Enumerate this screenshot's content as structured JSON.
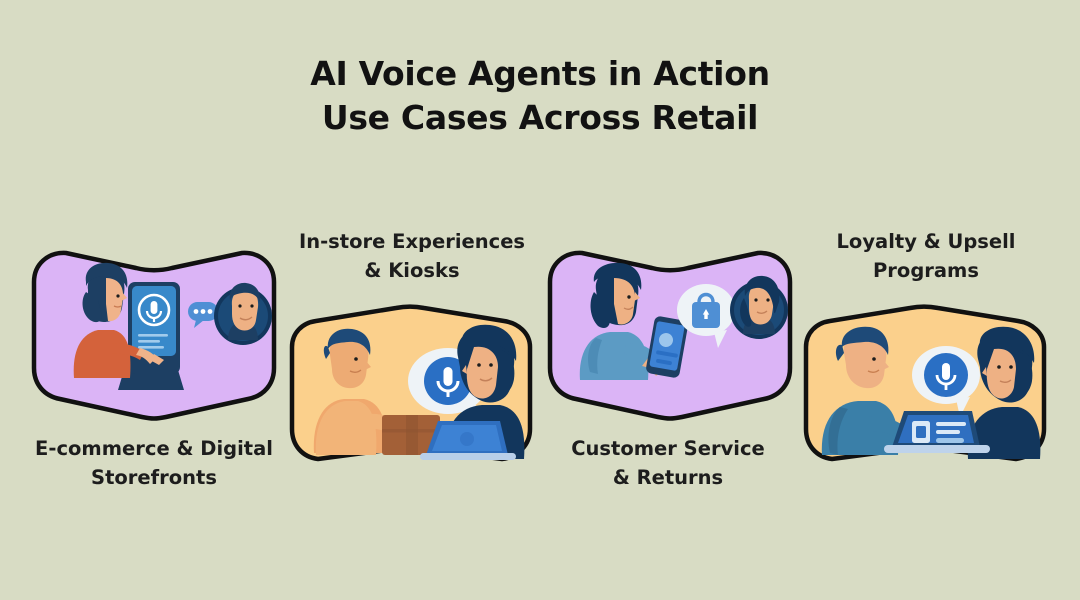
{
  "page": {
    "background_color": "#d8dcc4",
    "text_color": "#1d1d1d"
  },
  "title": {
    "line1": "AI Voice Agents in Action",
    "line2": "Use Cases Across Retail"
  },
  "cards": [
    {
      "id": "ecommerce-digital-storefronts",
      "caption_line1": "E-commerce & Digital",
      "caption_line2": "Storefronts",
      "caption_position": "below",
      "fill_color": "#dbb4f6",
      "stroke_color": "#111111",
      "shape": "notch-top-point-bottom",
      "illustration": "woman-at-kiosk-with-mic-and-agent-avatar",
      "icons": [
        "microphone-icon",
        "chat-dots-icon",
        "agent-avatar-icon"
      ]
    },
    {
      "id": "in-store-experiences-kiosks",
      "caption_line1": "In-store Experiences",
      "caption_line2": "& Kiosks",
      "caption_position": "above",
      "fill_color": "#fbd08c",
      "stroke_color": "#111111",
      "shape": "point-top-notch-bottom",
      "illustration": "store-associate-with-package-and-agent-at-laptop",
      "icons": [
        "microphone-icon",
        "speech-bubble-icon",
        "package-box-icon",
        "laptop-icon"
      ]
    },
    {
      "id": "customer-service-returns",
      "caption_line1": "Customer Service",
      "caption_line2": "& Returns",
      "caption_position": "below",
      "fill_color": "#dbb4f6",
      "stroke_color": "#111111",
      "shape": "notch-top-point-bottom",
      "illustration": "woman-with-phone-and-shopping-bag-bubble-and-agent-avatar",
      "icons": [
        "shopping-bag-icon",
        "smartphone-icon",
        "agent-avatar-icon"
      ]
    },
    {
      "id": "loyalty-upsell-programs",
      "caption_line1": "Loyalty & Upsell",
      "caption_line2": "Programs",
      "caption_position": "above",
      "fill_color": "#fbd08c",
      "stroke_color": "#111111",
      "shape": "point-top-notch-bottom",
      "illustration": "man-at-laptop-with-mic-bubble-and-agent",
      "icons": [
        "microphone-icon",
        "speech-bubble-icon",
        "laptop-icon"
      ]
    }
  ],
  "palette": {
    "background": "#d8dcc4",
    "card_purple": "#dbb4f6",
    "card_orange": "#fbd08c",
    "outline": "#111111",
    "brand_blue": "#2a6fc4",
    "navy": "#16355c",
    "deep_navy": "#10395f",
    "skin_light": "#f0b38a",
    "skin_mid": "#e8a877",
    "orange_shirt": "#d4623b",
    "teal_shirt": "#3a7fa8",
    "box_brown": "#a9633a",
    "bubble_white": "#eef3f7"
  }
}
